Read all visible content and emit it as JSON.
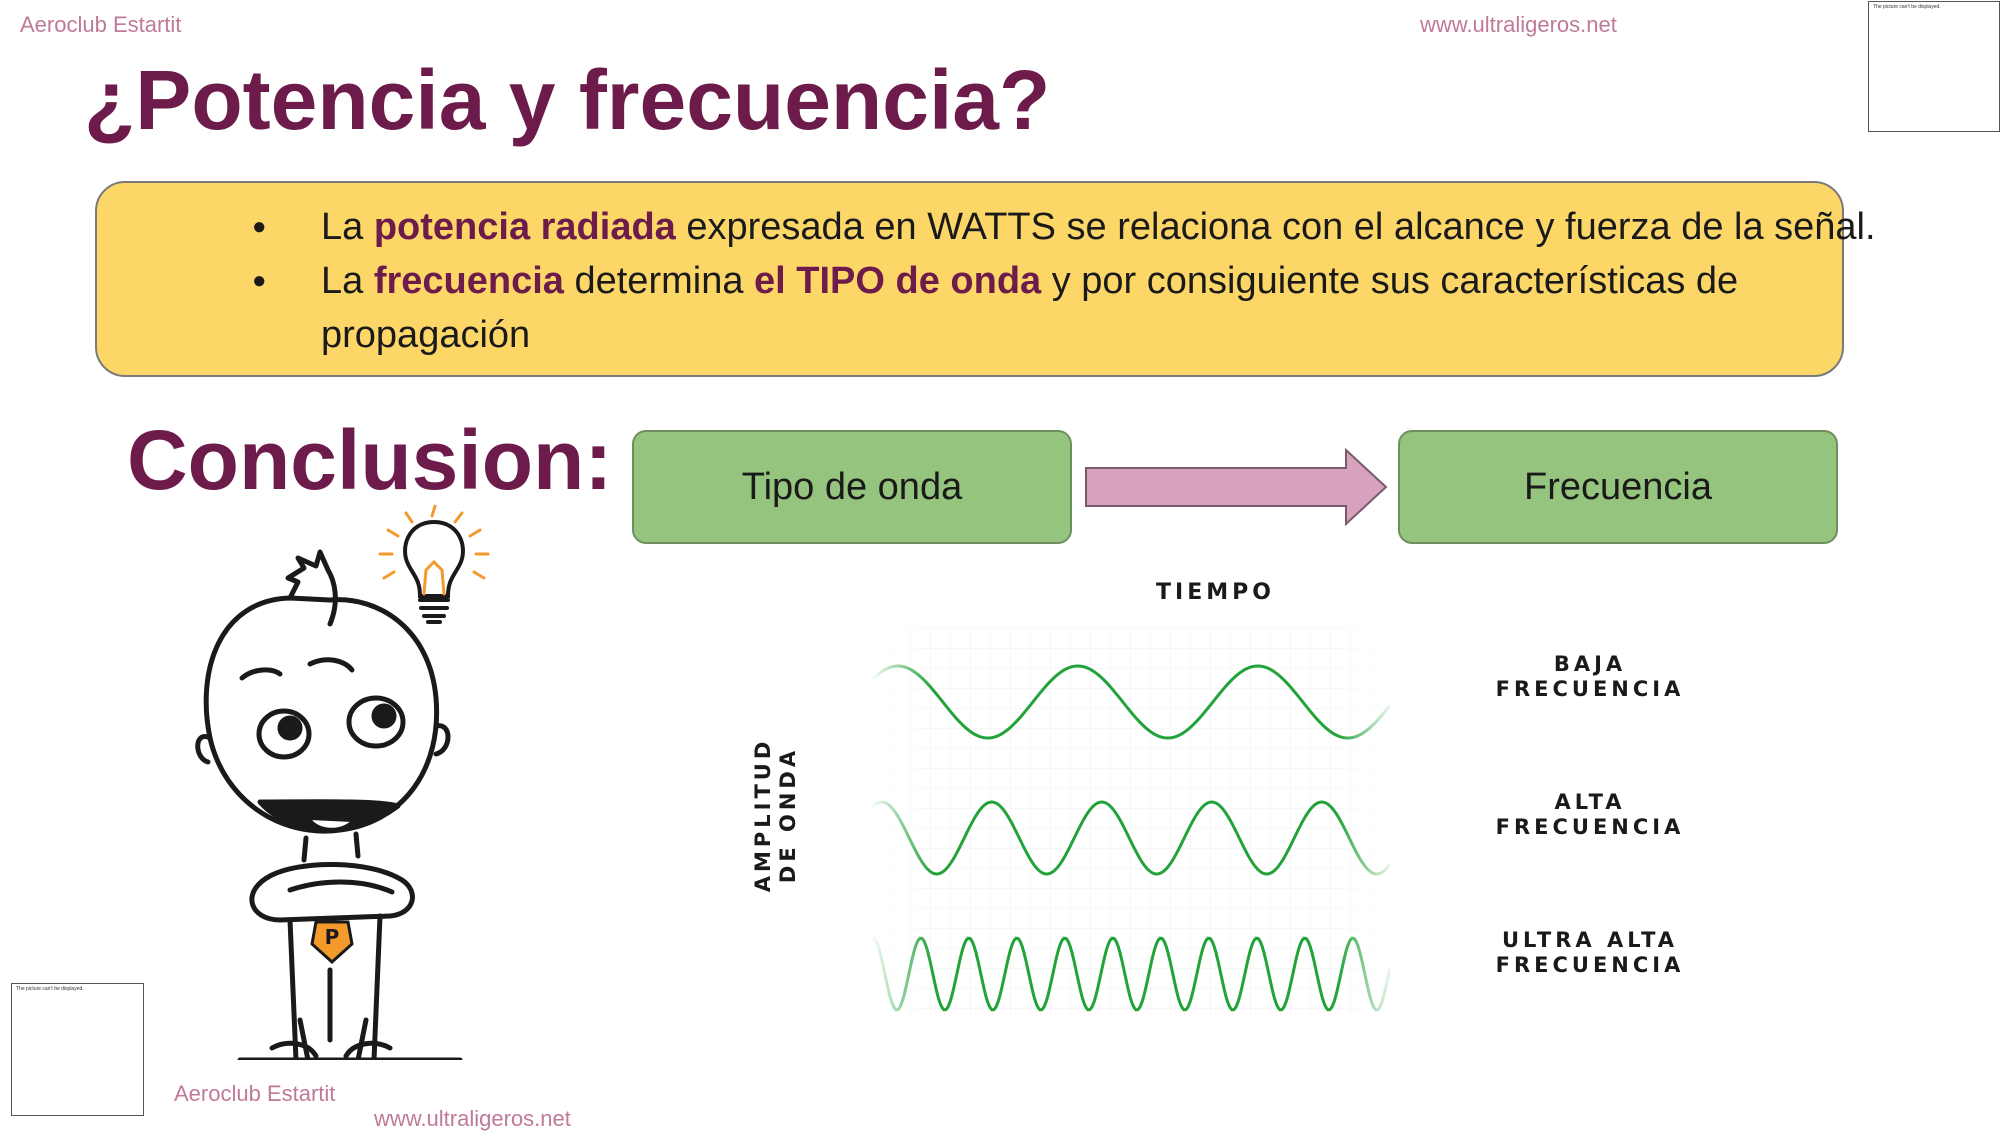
{
  "header": {
    "club_name": "Aeroclub Estartit",
    "website": "www.ultraligeros.net"
  },
  "title": "¿Potencia y frecuencia?",
  "bullets": {
    "line1": {
      "pre": "La ",
      "bold": "potencia radiada",
      "post": " expresada en WATTS se relaciona con el alcance y fuerza de la señal."
    },
    "line2": {
      "pre": "La ",
      "bold1": "frecuencia",
      "mid": " determina ",
      "bold2": "el TIPO de onda",
      "post": " y por consiguiente sus características de"
    },
    "line3": "propagación",
    "marker": "●"
  },
  "conclusion": {
    "heading": "Conclusion:",
    "box_left": "Tipo de onda",
    "box_right": "Frecuencia"
  },
  "wave_diagram": {
    "top_label": "TIEMPO",
    "side_label_line1": "AMPLITUD",
    "side_label_line2": "DE ONDA",
    "low_line1": "BAJA",
    "low_line2": "FRECUENCIA",
    "high_line1": "ALTA",
    "high_line2": "FRECUENCIA",
    "ultra_line1": "ULTRA ALTA",
    "ultra_line2": "FRECUENCIA",
    "wave_color": "#22a33a"
  },
  "cartoon": {
    "tie_letter": "P",
    "tie_color": "#f39a2b",
    "bulb_color": "#f39a2b"
  },
  "thumbnails": {
    "caption": "The picture can't be displayed."
  },
  "footer": {
    "club_name": "Aeroclub Estartit",
    "website": "www.ultraligeros.net"
  },
  "colors": {
    "accent": "#6c1b4b",
    "header_text": "#c07a99",
    "yellow_box": "#fcd768",
    "green_box": "#94c47d",
    "arrow": "#d6a2bd"
  }
}
